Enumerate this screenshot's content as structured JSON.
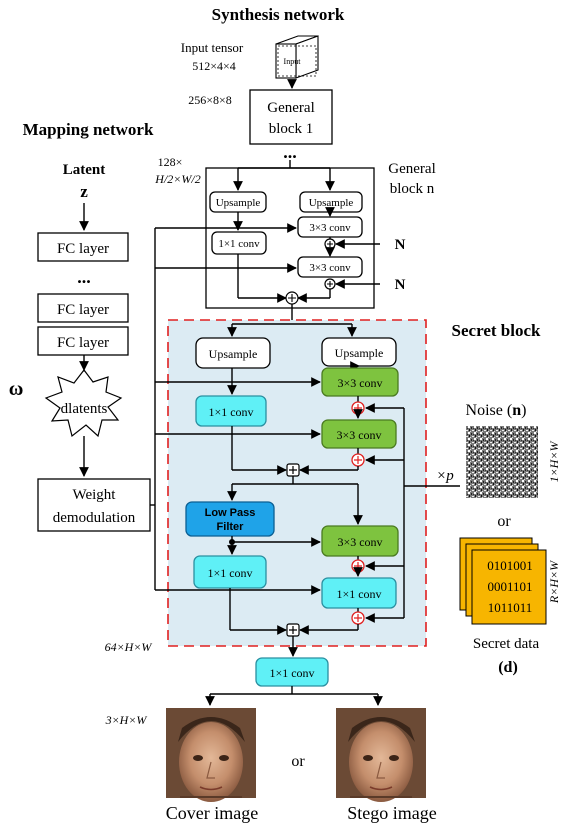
{
  "titles": {
    "synthesis": "Synthesis network",
    "mapping": "Mapping network",
    "secret_block": "Secret block"
  },
  "synthesis": {
    "input_tensor_label": "Input tensor",
    "input_tensor_dim": "512×4×4",
    "input_cube_text": "Input",
    "dim_256": "256×8×8",
    "general_block_1_l1": "General",
    "general_block_1_l2": "block 1",
    "ellipsis": "...",
    "dim_128_l1": "128×",
    "dim_128_l2": "H/2×W/2",
    "general_block_n_l1": "General",
    "general_block_n_l2": "block n",
    "upsample_left": "Upsample",
    "upsample_right": "Upsample",
    "conv3_a": "3×3 conv",
    "conv1": "1×1 conv",
    "conv3_b": "3×3 conv",
    "n1": "N",
    "n2": "N"
  },
  "mapping": {
    "latent": "Latent",
    "z": "z",
    "fc1": "FC layer",
    "ellipsis": "...",
    "fc2": "FC layer",
    "fc3": "FC layer",
    "omega": "ω",
    "dlatents": "dlatents",
    "wd_l1": "Weight",
    "wd_l2": "demodulation"
  },
  "secret": {
    "upsample_left": "Upsample",
    "upsample_right": "Upsample",
    "conv3_1": "3×3 conv",
    "conv1_1": "1×1 conv",
    "conv3_2": "3×3 conv",
    "lpf_l1": "Low Pass",
    "lpf_l2": "Filter",
    "conv3_3": "3×3 conv",
    "conv1_2": "1×1 conv",
    "conv1_3": "1×1 conv",
    "times_p": "×p",
    "dim_64": "64×H×W"
  },
  "right_panel": {
    "noise_label": "Noise (",
    "noise_n": "n",
    "noise_close": ")",
    "noise_dim": "1×H×W",
    "or": "or",
    "secret_rows": [
      "0101001",
      "0001101",
      "1011011"
    ],
    "secret_dim": "R×H×W",
    "secret_data": "Secret data",
    "d_label": "(d)"
  },
  "output": {
    "final_conv": "1×1 conv",
    "dim_3": "3×H×W",
    "or": "or",
    "cover": "Cover image",
    "stego": "Stego image"
  },
  "colors": {
    "cyan": "#5ff0f6",
    "green": "#7ec33f",
    "blue": "#1fa3e8",
    "secret_bg": "#dcebf3",
    "secret_border": "#e02020",
    "secret_paper": "#f7b500"
  }
}
